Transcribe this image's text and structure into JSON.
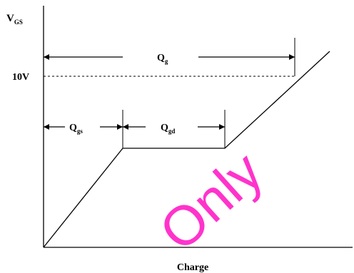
{
  "diagram": {
    "y_axis_label": {
      "main": "V",
      "sub": "GS"
    },
    "x_axis_label": "Charge",
    "voltage_marker": "10V",
    "charge_labels": {
      "qg": {
        "main": "Q",
        "sub": "g"
      },
      "qgs": {
        "main": "Q",
        "sub": "gs"
      },
      "qgd": {
        "main": "Q",
        "sub": "gd"
      }
    },
    "watermark": "Only"
  }
}
